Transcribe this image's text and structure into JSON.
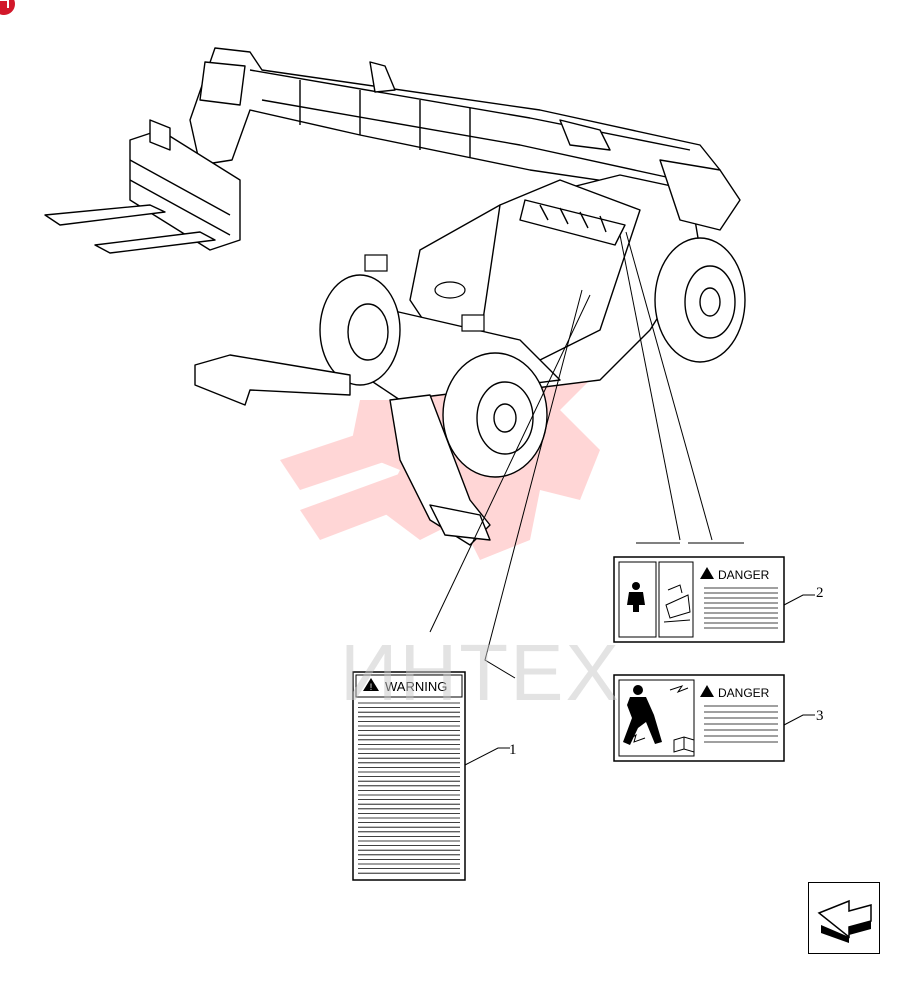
{
  "watermark": {
    "text": "ИНТЕХ",
    "color": "#ff6b6b"
  },
  "decals": {
    "item1": {
      "callout": "1",
      "signal_word": "WARNING",
      "text_lines": 38
    },
    "item2": {
      "callout": "2",
      "signal_word": "DANGER",
      "text_lines": 9
    },
    "item3": {
      "callout": "3",
      "signal_word": "DANGER",
      "text_lines": 7
    }
  },
  "icons": {
    "corner_badge": "corner-badge-icon",
    "nav": "next-page-arrow-icon"
  },
  "colors": {
    "line": "#000000",
    "badge": "#d2182a",
    "watermark_gear": "#ff8c8c",
    "watermark_text": "#c8c8c8"
  }
}
